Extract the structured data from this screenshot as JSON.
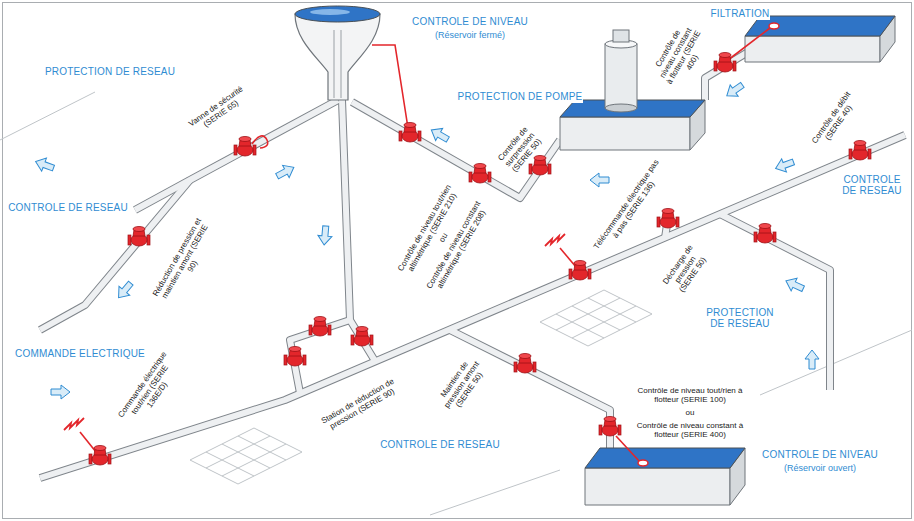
{
  "diagram": {
    "labels": [
      "CONTROLE DE NIVEAU",
      "(Réservoir fermé)",
      "FILTRATION",
      "Contrôle de niveau constant à flotteur (SERIE 400)",
      "PROTECTION DE RESEAU",
      "Vanne de sécurité (SERIE 65)",
      "PROTECTION DE POMPE",
      "Contrôle de surpression (SERIE 50)",
      "Contrôle de niveau tout/rien altimétrique (SERIE 210)",
      "ou",
      "Contrôle de niveau constant altimétrique (SERIE 208)",
      "CONTROLE DE RESEAU",
      "Contrôle de débit (SERIE 40)",
      "CONTROLE DE RESEAU",
      "Réduction de pression et maintien amont (SERIE 90)",
      "Télécommande électrique pas à pas (SERIE 136)",
      "Décharge de pression (SERIE 50)",
      "PROTECTION DE RESEAU",
      "COMMANDE ELECTRIQUE",
      "Commande électrique tout/rien (SERIE 136E/D)",
      "Station de réduction de pression (SERIE 90)",
      "Maintien de pression amont (SERIE 50)",
      "Contrôle de niveau tout/rien à flotteur (SERIE 100)",
      "ou",
      "Contrôle de niveau constant à flotteur (SERIE 400)",
      "CONTROLE DE RESEAU",
      "CONTROLE DE NIVEAU",
      "(Réservoir ouvert)"
    ]
  }
}
